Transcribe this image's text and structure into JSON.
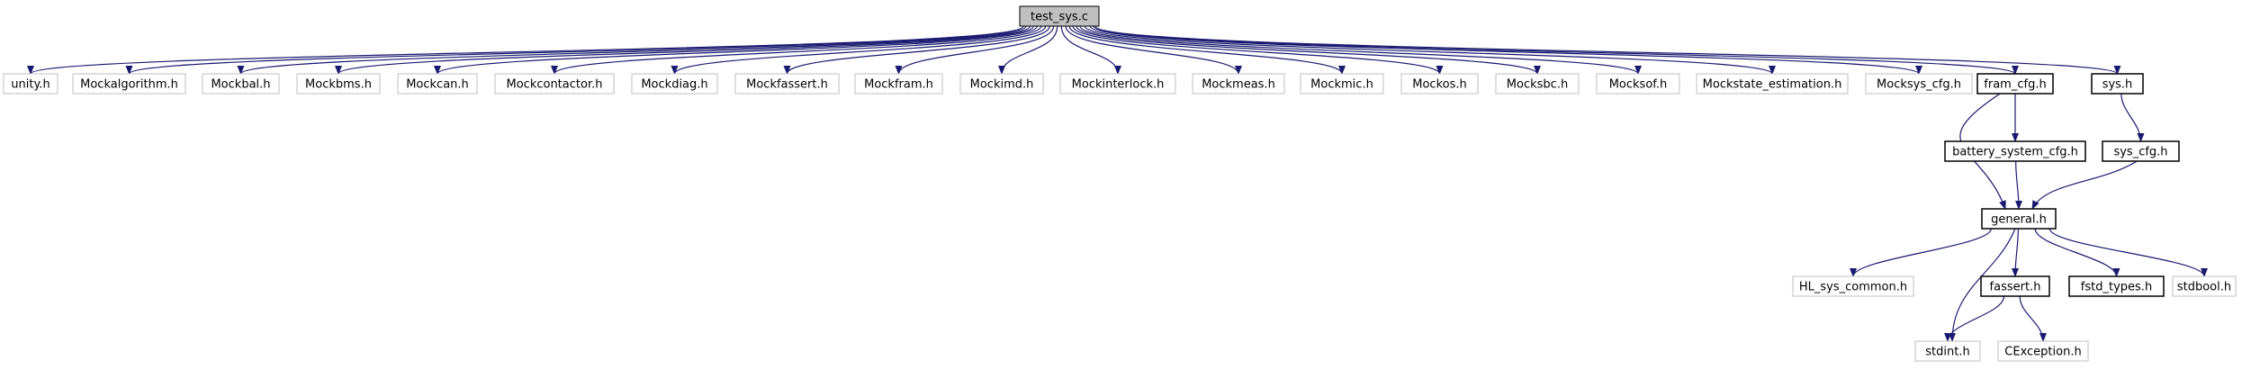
{
  "diagram": {
    "style": {
      "edge_color": "#191970",
      "root_fill": "#bfbfbf",
      "node_fill": "#ffffff",
      "expanded_border": "#000000",
      "external_border": "#bfbfbf"
    },
    "nodes": [
      {
        "id": "test_sys",
        "label": "test_sys.c",
        "kind": "root"
      },
      {
        "id": "unity",
        "label": "unity.h",
        "kind": "external"
      },
      {
        "id": "mockalgorithm",
        "label": "Mockalgorithm.h",
        "kind": "external"
      },
      {
        "id": "mockbal",
        "label": "Mockbal.h",
        "kind": "external"
      },
      {
        "id": "mockbms",
        "label": "Mockbms.h",
        "kind": "external"
      },
      {
        "id": "mockcan",
        "label": "Mockcan.h",
        "kind": "external"
      },
      {
        "id": "mockcontactor",
        "label": "Mockcontactor.h",
        "kind": "external"
      },
      {
        "id": "mockdiag",
        "label": "Mockdiag.h",
        "kind": "external"
      },
      {
        "id": "mockfassert",
        "label": "Mockfassert.h",
        "kind": "external"
      },
      {
        "id": "mockfram",
        "label": "Mockfram.h",
        "kind": "external"
      },
      {
        "id": "mockimd",
        "label": "Mockimd.h",
        "kind": "external"
      },
      {
        "id": "mockinterlock",
        "label": "Mockinterlock.h",
        "kind": "external"
      },
      {
        "id": "mockmeas",
        "label": "Mockmeas.h",
        "kind": "external"
      },
      {
        "id": "mockmic",
        "label": "Mockmic.h",
        "kind": "external"
      },
      {
        "id": "mockos",
        "label": "Mockos.h",
        "kind": "external"
      },
      {
        "id": "mocksbc",
        "label": "Mocksbc.h",
        "kind": "external"
      },
      {
        "id": "mocksof",
        "label": "Mocksof.h",
        "kind": "external"
      },
      {
        "id": "mockstate_estimation",
        "label": "Mockstate_estimation.h",
        "kind": "external"
      },
      {
        "id": "mocksys_cfg",
        "label": "Mocksys_cfg.h",
        "kind": "external"
      },
      {
        "id": "fram_cfg",
        "label": "fram_cfg.h",
        "kind": "expanded"
      },
      {
        "id": "sys",
        "label": "sys.h",
        "kind": "expanded"
      },
      {
        "id": "battery_system_cfg",
        "label": "battery_system_cfg.h",
        "kind": "expanded"
      },
      {
        "id": "sys_cfg",
        "label": "sys_cfg.h",
        "kind": "expanded"
      },
      {
        "id": "general",
        "label": "general.h",
        "kind": "expanded"
      },
      {
        "id": "hl_sys_common",
        "label": "HL_sys_common.h",
        "kind": "external"
      },
      {
        "id": "fassert",
        "label": "fassert.h",
        "kind": "expanded"
      },
      {
        "id": "fstd_types",
        "label": "fstd_types.h",
        "kind": "expanded"
      },
      {
        "id": "stdbool",
        "label": "stdbool.h",
        "kind": "external"
      },
      {
        "id": "stdint",
        "label": "stdint.h",
        "kind": "external"
      },
      {
        "id": "cexception",
        "label": "CException.h",
        "kind": "external"
      }
    ],
    "edges": [
      [
        "test_sys",
        "unity"
      ],
      [
        "test_sys",
        "mockalgorithm"
      ],
      [
        "test_sys",
        "mockbal"
      ],
      [
        "test_sys",
        "mockbms"
      ],
      [
        "test_sys",
        "mockcan"
      ],
      [
        "test_sys",
        "mockcontactor"
      ],
      [
        "test_sys",
        "mockdiag"
      ],
      [
        "test_sys",
        "mockfassert"
      ],
      [
        "test_sys",
        "mockfram"
      ],
      [
        "test_sys",
        "mockimd"
      ],
      [
        "test_sys",
        "mockinterlock"
      ],
      [
        "test_sys",
        "mockmeas"
      ],
      [
        "test_sys",
        "mockmic"
      ],
      [
        "test_sys",
        "mockos"
      ],
      [
        "test_sys",
        "mocksbc"
      ],
      [
        "test_sys",
        "mocksof"
      ],
      [
        "test_sys",
        "mockstate_estimation"
      ],
      [
        "test_sys",
        "mocksys_cfg"
      ],
      [
        "test_sys",
        "fram_cfg"
      ],
      [
        "test_sys",
        "sys"
      ],
      [
        "fram_cfg",
        "battery_system_cfg"
      ],
      [
        "fram_cfg",
        "general"
      ],
      [
        "battery_system_cfg",
        "general"
      ],
      [
        "sys",
        "sys_cfg"
      ],
      [
        "sys_cfg",
        "general"
      ],
      [
        "general",
        "hl_sys_common"
      ],
      [
        "general",
        "fassert"
      ],
      [
        "general",
        "fstd_types"
      ],
      [
        "general",
        "stdbool"
      ],
      [
        "general",
        "stdint"
      ],
      [
        "fassert",
        "stdint"
      ],
      [
        "fassert",
        "cexception"
      ]
    ]
  }
}
